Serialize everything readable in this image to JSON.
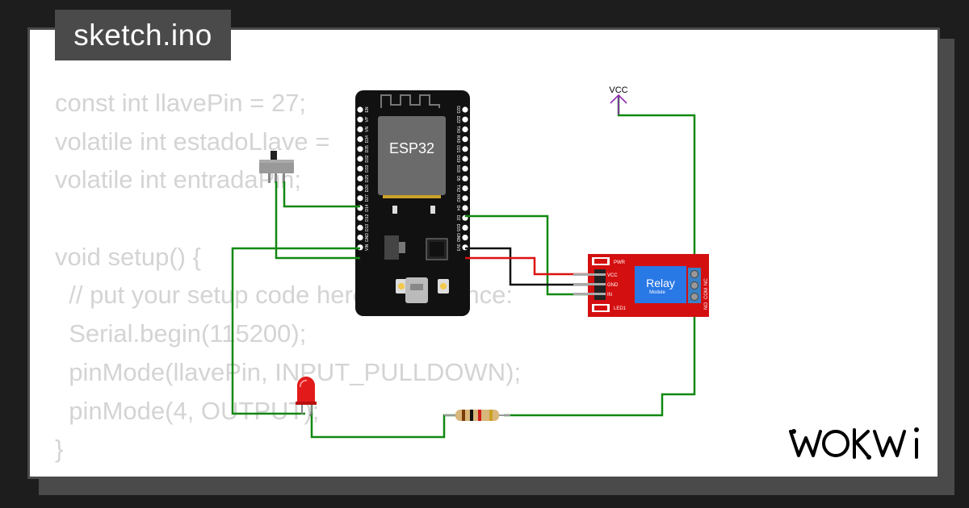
{
  "window": {
    "title": "sketch.ino"
  },
  "code": {
    "lines": [
      "const int llavePin = 27;",
      "volatile int estadoLlave = ",
      "volatile int entradaPin;",
      "",
      "void setup() {",
      "  // put your setup code here, to run once:",
      "  Serial.begin(115200);",
      "  pinMode(llavePin, INPUT_PULLDOWN);",
      "  pinMode(4, OUTPUT);",
      "}"
    ]
  },
  "circuit": {
    "board": {
      "chip_label": "ESP32",
      "left_pins": [
        "EN",
        "VP",
        "VN",
        "D34",
        "D35",
        "D32",
        "D33",
        "D25",
        "D26",
        "D27",
        "D14",
        "D12",
        "D13",
        "GND",
        "VIN"
      ],
      "right_pins": [
        "D23",
        "D22",
        "TX0",
        "RX0",
        "D21",
        "D19",
        "D18",
        "D5",
        "TX2",
        "RX2",
        "D4",
        "D2",
        "D15",
        "GND",
        "3V3"
      ]
    },
    "relay": {
      "label": "Relay",
      "sublabel": "Module",
      "pins": [
        "VCC",
        "GND",
        "IN"
      ],
      "pwr_label": "PWR",
      "led_label": "LED1",
      "terminals": [
        "NO",
        "COM",
        "NC"
      ]
    },
    "vcc_label": "VCC",
    "colors": {
      "wire_green": "#118811",
      "wire_red": "#dd1111",
      "wire_black": "#111111",
      "relay_red": "#d40f0f",
      "relay_blue": "#2878e6",
      "vcc_purple": "#8e2bb0"
    }
  },
  "brand": {
    "logo": "WOKWI"
  }
}
